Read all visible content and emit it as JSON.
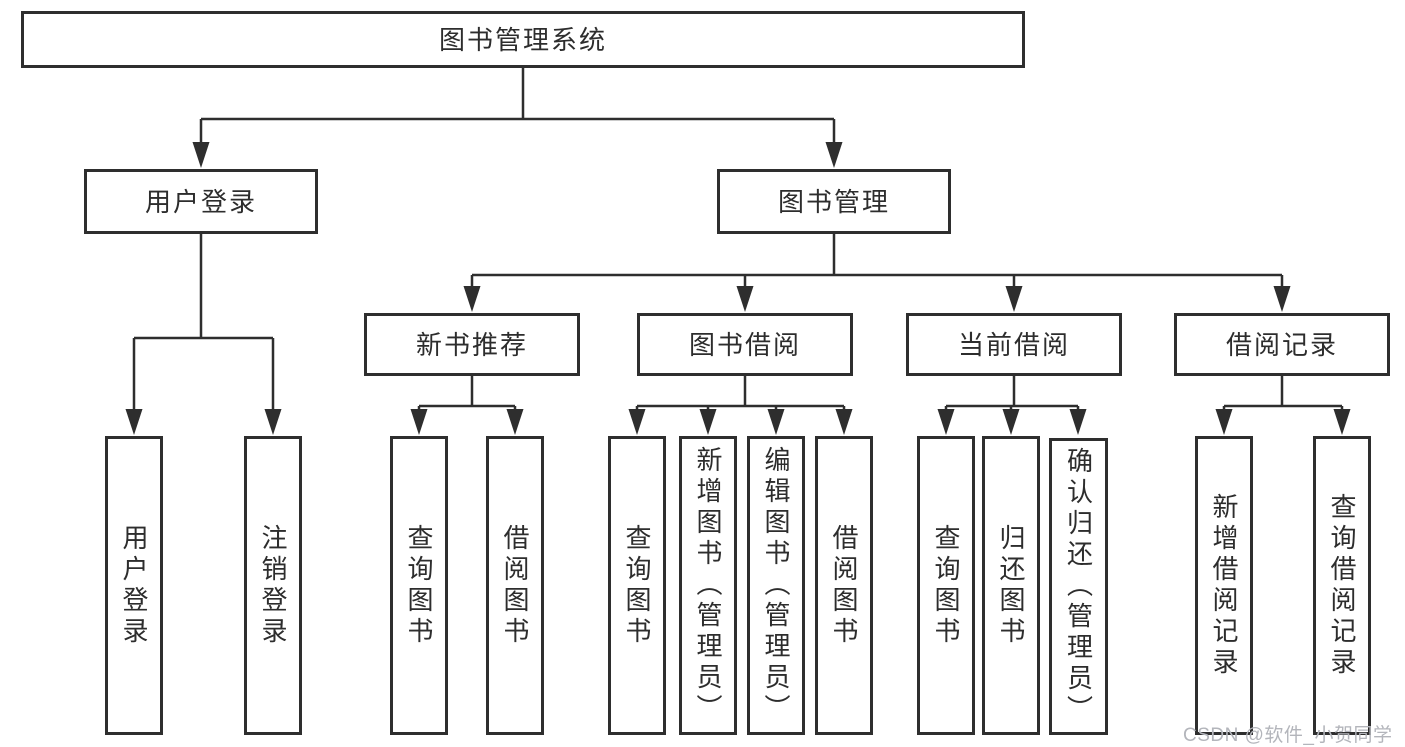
{
  "tree": {
    "root": {
      "label": "图书管理系统",
      "children": [
        {
          "label": "用户登录",
          "children": [
            {
              "label": "用户登录"
            },
            {
              "label": "注销登录"
            }
          ]
        },
        {
          "label": "图书管理",
          "children": [
            {
              "label": "新书推荐",
              "children": [
                {
                  "label": "查询图书"
                },
                {
                  "label": "借阅图书"
                }
              ]
            },
            {
              "label": "图书借阅",
              "children": [
                {
                  "label": "查询图书"
                },
                {
                  "label": "新增图书（管理员）"
                },
                {
                  "label": "编辑图书（管理员）"
                },
                {
                  "label": "借阅图书"
                }
              ]
            },
            {
              "label": "当前借阅",
              "children": [
                {
                  "label": "查询图书"
                },
                {
                  "label": "归还图书"
                },
                {
                  "label": "确认归还（管理员）"
                }
              ]
            },
            {
              "label": "借阅记录",
              "children": [
                {
                  "label": "新增借阅记录"
                },
                {
                  "label": "查询借阅记录"
                }
              ]
            }
          ]
        }
      ]
    }
  },
  "watermark": {
    "text": "CSDN @软件_小贺同学"
  },
  "colors": {
    "line": "#2e2e2e",
    "border": "#2e2e2e",
    "text": "#2d2d2d",
    "watermark": "#b3b5bb",
    "background": "#ffffff"
  }
}
